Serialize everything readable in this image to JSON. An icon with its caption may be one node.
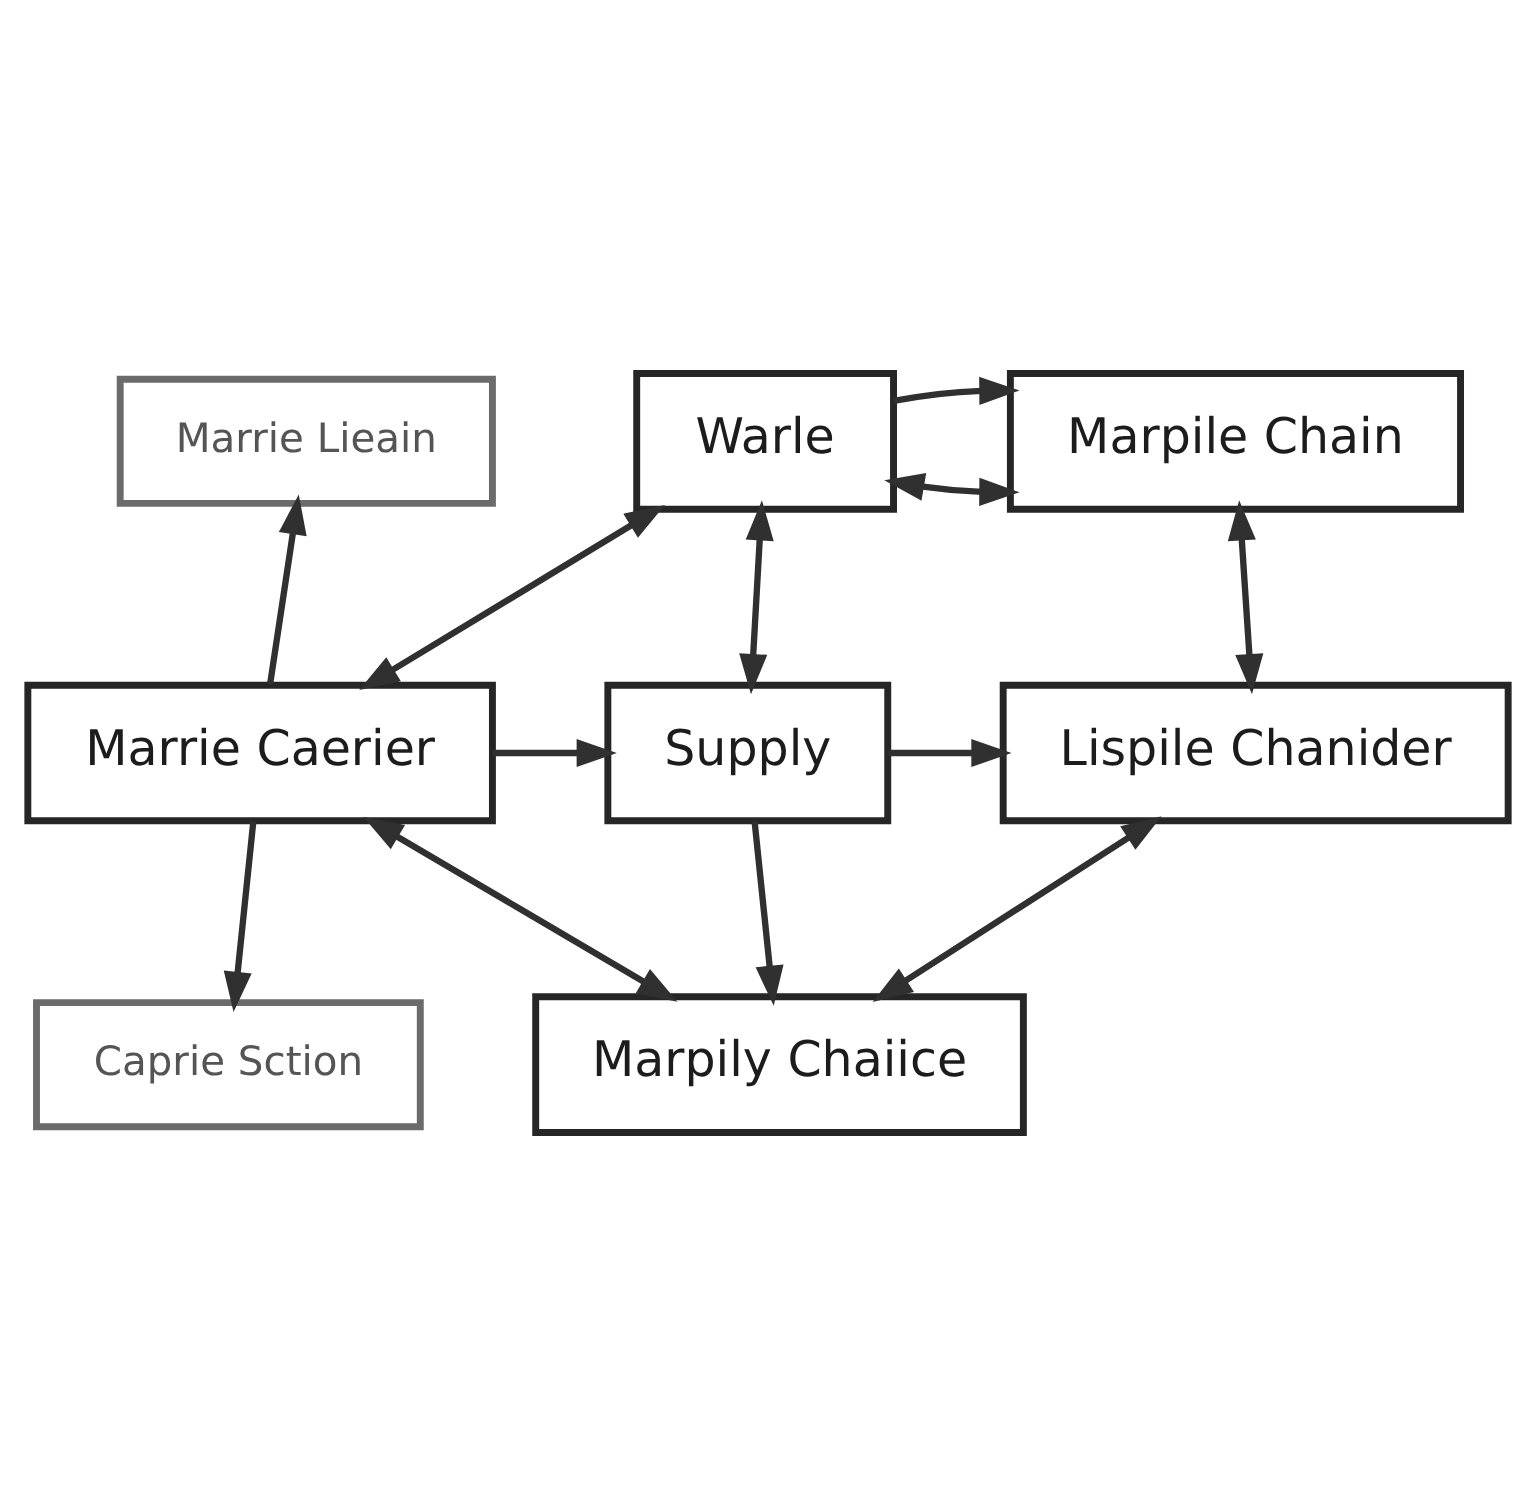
{
  "diagram": {
    "nodes": [
      {
        "text": [
          "Warle"
        ]
      },
      {
        "text": [
          "Marpile Chain"
        ]
      },
      {
        "text": [
          "Marrie Lieain"
        ]
      },
      {
        "text": [
          "Marrie Caerier"
        ]
      },
      {
        "text": [
          "Supply"
        ]
      },
      {
        "text": [
          "Lispile Chanider"
        ]
      },
      {
        "text": [
          "Caprie Sction"
        ]
      },
      {
        "text": [
          "Marpily Chaiice"
        ]
      }
    ],
    "edges": [
      {
        "from": 0,
        "to": 1,
        "arrow": "both"
      },
      {
        "from": 3,
        "to": 0,
        "arrow": "both"
      },
      {
        "from": 0,
        "to": 1,
        "arrow": "to"
      },
      {
        "from": 0,
        "to": 4,
        "arrow": "both"
      },
      {
        "from": 1,
        "to": 5,
        "arrow": "both"
      },
      {
        "from": 3,
        "to": 4,
        "arrow": "to"
      },
      {
        "from": 4,
        "to": 5,
        "arrow": "to"
      },
      {
        "from": 4,
        "to": 7,
        "arrow": "to"
      },
      {
        "from": 3,
        "to": 7,
        "arrow": "both"
      },
      {
        "from": 5,
        "to": 7,
        "arrow": "both"
      },
      {
        "from": 3,
        "to": 2,
        "arrow": "to"
      },
      {
        "from": 3,
        "to": 6,
        "arrow": "to"
      }
    ]
  }
}
